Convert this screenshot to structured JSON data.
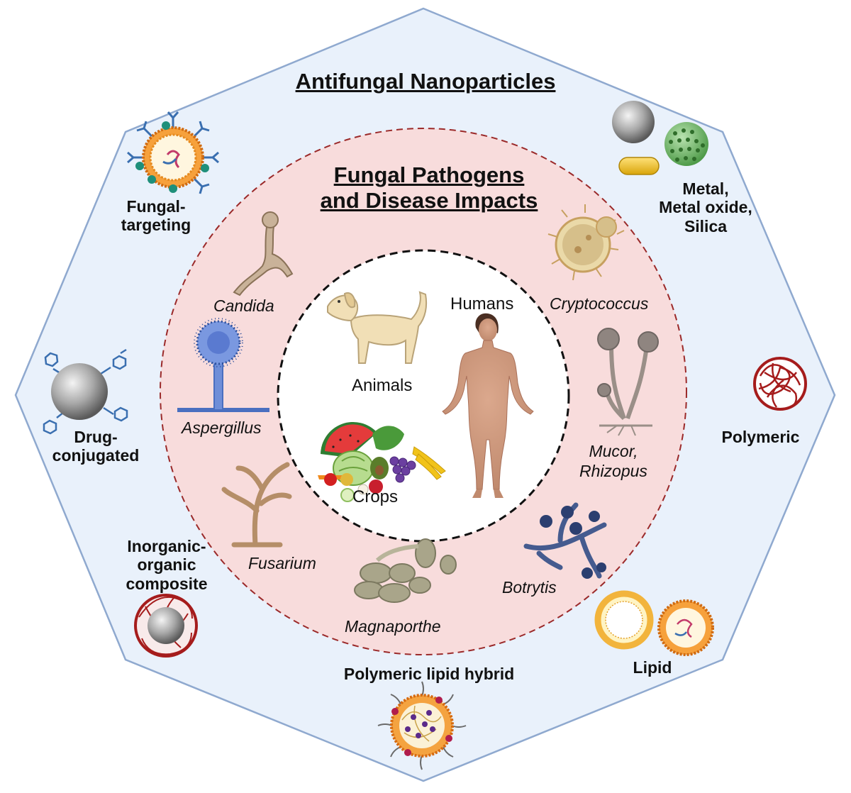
{
  "outer_title": "Antifungal Nanoparticles",
  "inner_title_line1": "Fungal Pathogens",
  "inner_title_line2": "and Disease Impacts",
  "nanoparticles": {
    "fungal_targeting": [
      "Fungal-",
      "targeting"
    ],
    "metal": [
      "Metal,",
      "Metal oxide,",
      "Silica"
    ],
    "drug_conjugated": [
      "Drug-",
      "conjugated"
    ],
    "polymeric": "Polymeric",
    "composite": [
      "Inorganic-",
      "organic",
      "composite"
    ],
    "polymeric_lipid_hybrid": "Polymeric lipid hybrid",
    "lipid": "Lipid"
  },
  "pathogens": {
    "candida": "Candida",
    "cryptococcus": "Cryptococcus",
    "aspergillus": "Aspergillus",
    "mucor": [
      "Mucor,",
      "Rhizopus"
    ],
    "fusarium": "Fusarium",
    "botrytis": "Botrytis",
    "magnaporthe": "Magnaporthe"
  },
  "hosts": {
    "humans": "Humans",
    "animals": "Animals",
    "crops": "Crops"
  },
  "colors": {
    "octagon_fill": "#e9f1fb",
    "octagon_stroke": "#8fa9cf",
    "ring_fill": "#f8dcdc",
    "ring_stroke": "#9b2a2a",
    "center_fill": "#ffffff",
    "accent_red": "#b01c1c"
  }
}
